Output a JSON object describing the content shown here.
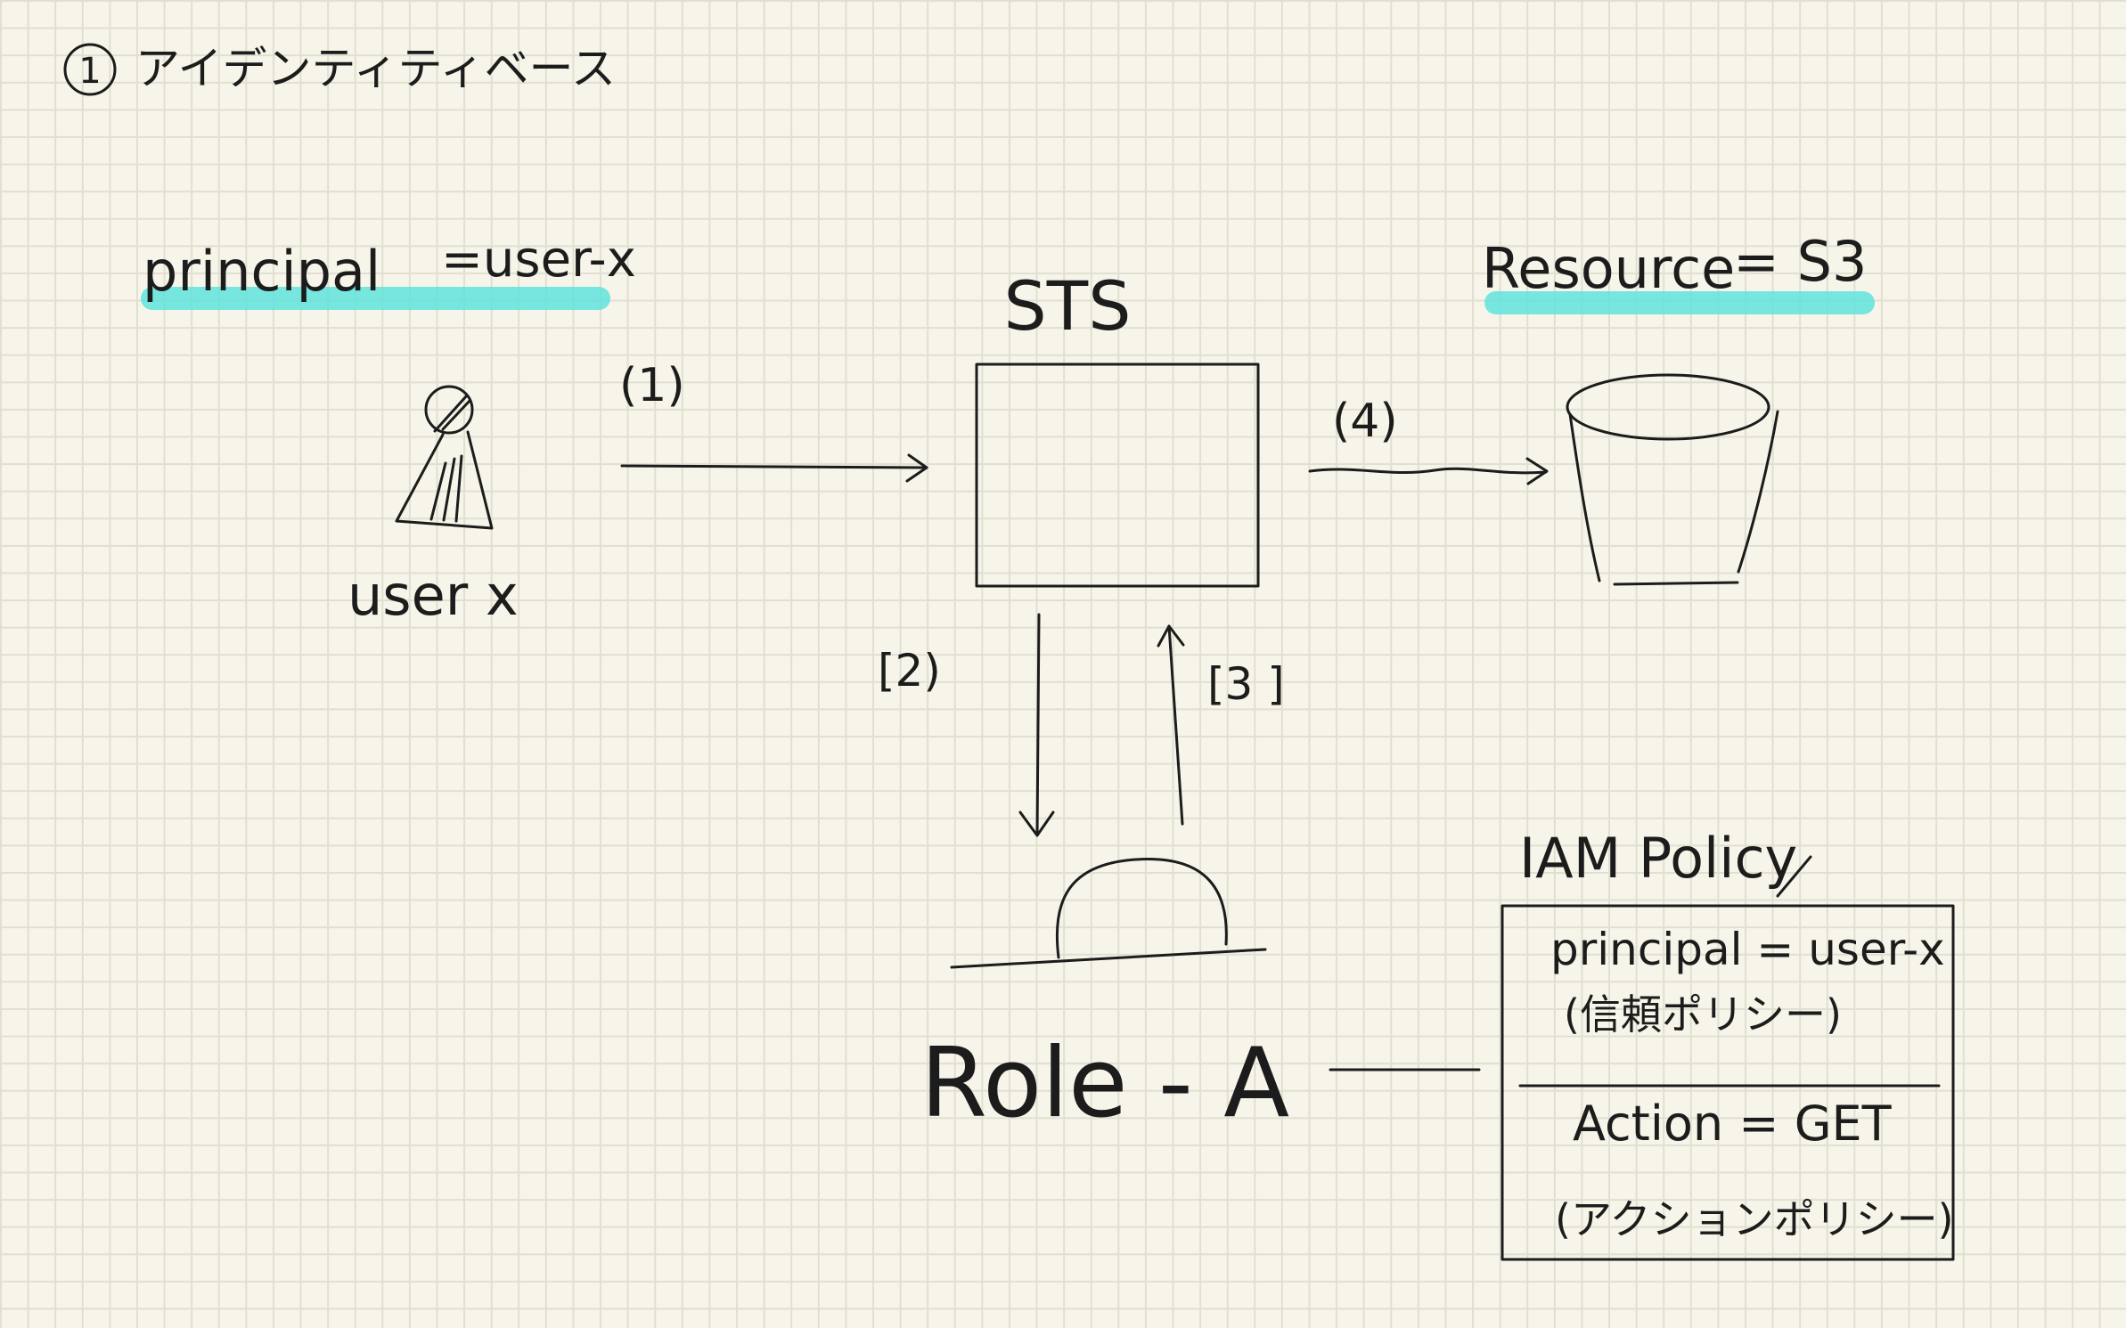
{
  "heading": {
    "number": "1",
    "title": "アイデンティティベース"
  },
  "labels": {
    "principal": "principal",
    "principal_eq": "=user-x",
    "resource": "Resource",
    "resource_eq": "= S3",
    "sts": "STS",
    "user": "user x",
    "role": "Role - A"
  },
  "steps": {
    "s1": "(1)",
    "s2": "[2)",
    "s3": "[3 ]",
    "s4": "(4)"
  },
  "policy": {
    "title": "IAM Policy",
    "trust_line": "principal = user-x",
    "trust_note": "(信頼ポリシー)",
    "action_line": "Action = GET",
    "action_note": "(アクションポリシー)"
  },
  "colors": {
    "highlight": "#5fe3dd",
    "ink": "#1c1c1c",
    "paper": "#f7f5e9",
    "grid": "#e1dfd1"
  }
}
